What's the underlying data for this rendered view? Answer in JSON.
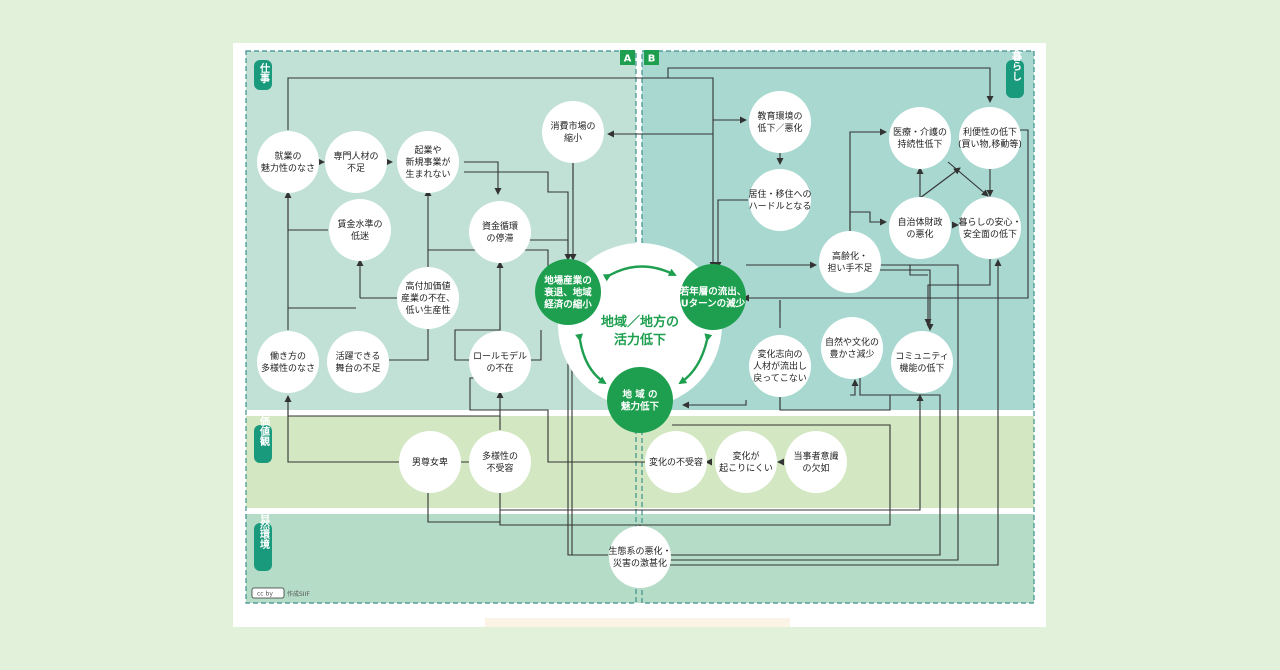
{
  "badges": {
    "a": "A",
    "b": "B"
  },
  "sections": {
    "work": "仕事",
    "living": "暮らし",
    "values": "価値観",
    "environment": "自然環境"
  },
  "center": {
    "line1": "地域／地方の",
    "line2": "活力低下"
  },
  "nodes": [
    {
      "id": "attractiveness-job",
      "lines": [
        "就業の",
        "魅力性のなさ"
      ]
    },
    {
      "id": "specialist-shortage",
      "lines": [
        "専門人材の",
        "不足"
      ]
    },
    {
      "id": "startup-lack",
      "lines": [
        "起業や",
        "新規事業が",
        "生まれない"
      ]
    },
    {
      "id": "wage-low",
      "lines": [
        "賃金水準の",
        "低迷"
      ]
    },
    {
      "id": "capital-circulation",
      "lines": [
        "資金循環",
        "の停滞"
      ]
    },
    {
      "id": "high-value-lack",
      "lines": [
        "高付加価値",
        "産業の不在、",
        "低い生産性"
      ]
    },
    {
      "id": "work-diversity",
      "lines": [
        "働き方の",
        "多様性のなさ"
      ]
    },
    {
      "id": "active-stage",
      "lines": [
        "活躍できる",
        "舞台の不足"
      ]
    },
    {
      "id": "role-model",
      "lines": [
        "ロールモデル",
        "の不在"
      ]
    },
    {
      "id": "consumer-market",
      "lines": [
        "消費市場の",
        "縮小"
      ]
    },
    {
      "id": "education",
      "lines": [
        "教育環境の",
        "低下／悪化"
      ]
    },
    {
      "id": "relocation-hurdle",
      "lines": [
        "居住・移住への",
        "ハードルとなる"
      ]
    },
    {
      "id": "medical-care",
      "lines": [
        "医療・介護の",
        "持続性低下"
      ]
    },
    {
      "id": "convenience",
      "lines": [
        "利便性の低下",
        "(買い物,移動等)"
      ]
    },
    {
      "id": "municipal-finance",
      "lines": [
        "自治体財政",
        "の悪化"
      ]
    },
    {
      "id": "safety",
      "lines": [
        "暮らしの安心・",
        "安全面の低下"
      ]
    },
    {
      "id": "aging",
      "lines": [
        "高齢化・",
        "担い手不足"
      ]
    },
    {
      "id": "nature-culture",
      "lines": [
        "自然や文化の",
        "豊かさ減少"
      ]
    },
    {
      "id": "community",
      "lines": [
        "コミュニティ",
        "機能の低下"
      ]
    },
    {
      "id": "change-oriented",
      "lines": [
        "変化志向の",
        "人材が流出し",
        "戻ってこない"
      ]
    },
    {
      "id": "male-dominance",
      "lines": [
        "男尊女卑"
      ]
    },
    {
      "id": "diversity-intolerance",
      "lines": [
        "多様性の",
        "不受容"
      ]
    },
    {
      "id": "change-intolerance",
      "lines": [
        "変化の不受容"
      ]
    },
    {
      "id": "change-difficulty",
      "lines": [
        "変化が",
        "起こりにくい"
      ]
    },
    {
      "id": "ownership-lack",
      "lines": [
        "当事者意識",
        "の欠如"
      ]
    },
    {
      "id": "ecosystem",
      "lines": [
        "生態系の悪化・",
        "災害の激甚化"
      ]
    }
  ],
  "key_nodes": [
    {
      "id": "local-industry",
      "lines": [
        "地場産業の",
        "衰退、地域",
        "経済の縮小"
      ]
    },
    {
      "id": "youth-outflow",
      "lines": [
        "若年層の流出、",
        "Uターンの減少"
      ]
    },
    {
      "id": "regional-appeal",
      "lines": [
        "地 域 の",
        "魅力低下"
      ]
    }
  ],
  "credit": {
    "text": "作成SIIF",
    "license": "cc by"
  },
  "colors": {
    "work_bg": "#c2e1d6",
    "living_bg": "#a8d8d0",
    "values_bg": "#d2e7c2",
    "env_bg": "#b5dcc6",
    "accent": "#1e9f4f"
  }
}
